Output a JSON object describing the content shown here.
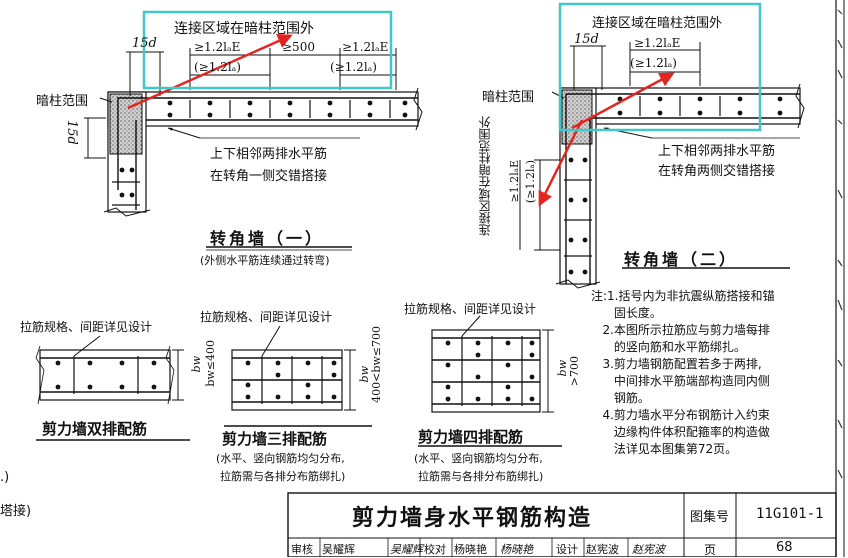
{
  "diagram1": {
    "zone_label": "连接区域在暗柱范围外",
    "dim_15d_top": "15d",
    "lap1": "≥1.2lₐE",
    "lap1b": "(≥1.2lₐ)",
    "offset": "≥500",
    "lap2": "≥1.2lₐE",
    "lap2b": "(≥1.2lₐ)",
    "column_label": "暗柱范围",
    "dim_15d_side": "15d",
    "note_line1": "上下相邻两排水平筋",
    "note_line2": "在转角一侧交错搭接",
    "title": "转角墙（一）",
    "subtitle": "(外侧水平筋连续通过转弯)"
  },
  "diagram2": {
    "zone_label": "连接区域在暗柱范围外",
    "dim_15d_top": "15d",
    "lap1": "≥1.2lₐE",
    "lap1b": "(≥1.2lₐ)",
    "column_label": "暗柱范围",
    "vertical_zone_label": "连接区域在暗柱范围外",
    "vlap1": "≥1.2lₐE",
    "vlap1b": "(≥1.2lₐ)",
    "note_line1": "上下相邻两排水平筋",
    "note_line2": "在转角两侧交错搭接",
    "title": "转角墙（二）"
  },
  "sections": [
    {
      "tie_label": "拉筋规格、间距详见设计",
      "dim_bw": "bw",
      "dim_range": "bw≤400",
      "title": "剪力墙双排配筋",
      "note1": "",
      "note2": ""
    },
    {
      "tie_label": "拉筋规格、间距详见设计",
      "dim_bw": "bw",
      "dim_range": "400<bw≤700",
      "title": "剪力墙三排配筋",
      "note1": "(水平、竖向钢筋均匀分布,",
      "note2": "拉筋需与各排分布筋绑扎)"
    },
    {
      "tie_label": "拉筋规格、间距详见设计",
      "dim_bw": "bw",
      "dim_range": ">700",
      "title": "剪力墙四排配筋",
      "note1": "(水平、竖向钢筋均匀分布,",
      "note2": "拉筋需与各排分布筋绑扎)"
    }
  ],
  "notes": [
    "注:1.括号内为非抗震纵筋搭接和锚",
    "      固长度。",
    "   2.本图所示拉筋应与剪力墙每排",
    "      的竖向筋和水平筋绑扎。",
    "   3.剪力墙钢筋配置若多于两排,",
    "      中间排水平筋端部构造同内侧",
    "      钢筋。",
    "   4.剪力墙水平分布钢筋计入约束",
    "      边缘构件体积配箍率的构造做",
    "      法详见本图集第72页。"
  ],
  "title_block": {
    "main_title": "剪力墙身水平钢筋构造",
    "atlas_label": "图集号",
    "atlas_no": "11G101-1",
    "row": [
      "审核",
      "吴耀辉",
      "吴耀辉",
      "校对",
      "杨晓艳",
      "杨晓艳",
      "设计",
      "赵宪波",
      "赵宪波"
    ],
    "page_label": "页",
    "page_no": "68"
  },
  "left_edge": {
    "paren": ".)",
    "text": "塔接)"
  },
  "colors": {
    "highlight_box": "#3fc7c9",
    "arrow": "#e42420",
    "ink": "#111111",
    "concrete": "#d9d9d9"
  }
}
